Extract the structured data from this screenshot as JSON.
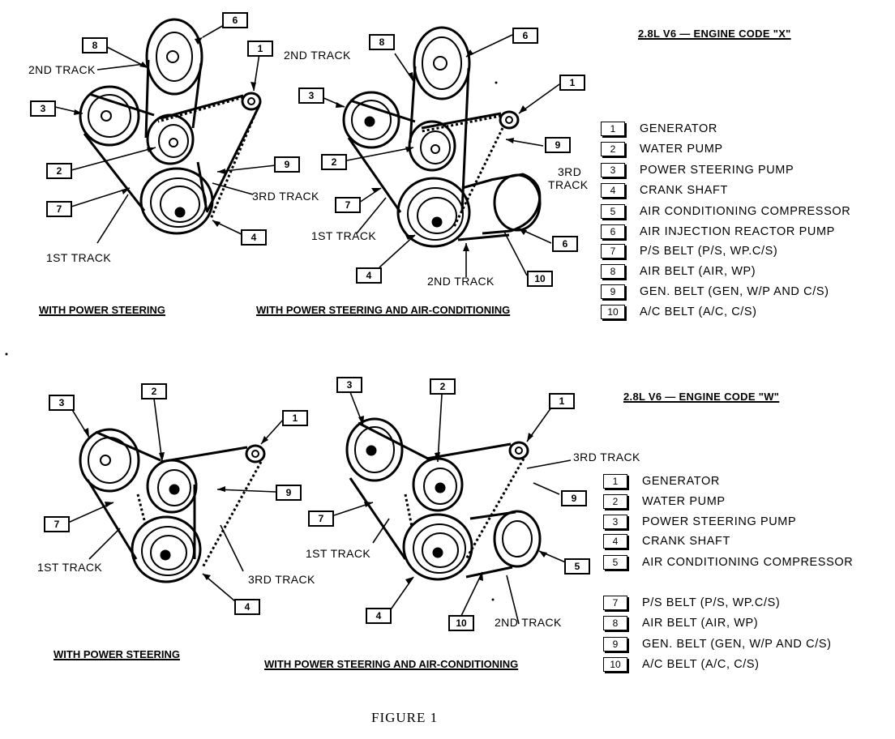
{
  "header_x": "2.8L V6 — ENGINE CODE \"X\"",
  "header_w": "2.8L V6 — ENGINE CODE \"W\"",
  "legend_x": [
    {
      "num": "1",
      "text": "GENERATOR"
    },
    {
      "num": "2",
      "text": "WATER PUMP"
    },
    {
      "num": "3",
      "text": "POWER STEERING PUMP"
    },
    {
      "num": "4",
      "text": "CRANK SHAFT"
    },
    {
      "num": "5",
      "text": "AIR CONDITIONING COMPRESSOR"
    },
    {
      "num": "6",
      "text": "AIR INJECTION REACTOR PUMP"
    },
    {
      "num": "7",
      "text": "P/S BELT (P/S, WP.C/S)"
    },
    {
      "num": "8",
      "text": "AIR BELT (AIR, WP)"
    },
    {
      "num": "9",
      "text": "GEN. BELT (GEN, W/P AND C/S)"
    },
    {
      "num": "10",
      "text": "A/C BELT (A/C, C/S)"
    }
  ],
  "legend_w": [
    {
      "num": "1",
      "text": "GENERATOR"
    },
    {
      "num": "2",
      "text": "WATER PUMP"
    },
    {
      "num": "3",
      "text": "POWER STEERING PUMP"
    },
    {
      "num": "4",
      "text": "CRANK SHAFT"
    },
    {
      "num": "5",
      "text": "AIR CONDITIONING COMPRESSOR"
    },
    {
      "num": "7",
      "text": "P/S BELT (P/S, WP.C/S)"
    },
    {
      "num": "8",
      "text": "AIR BELT (AIR, WP)"
    },
    {
      "num": "9",
      "text": "GEN. BELT (GEN, W/P AND C/S)"
    },
    {
      "num": "10",
      "text": "A/C BELT (A/C, C/S)"
    }
  ],
  "captions": {
    "tl": "WITH POWER STEERING",
    "tr": "WITH POWER STEERING AND AIR-CONDITIONING",
    "bl": "WITH POWER STEERING",
    "br": "WITH POWER STEERING AND AIR-CONDITIONING"
  },
  "tracks": {
    "first": "1ST TRACK",
    "second": "2ND TRACK",
    "third": "3RD TRACK",
    "third_line1": "3RD",
    "third_line2": "TRACK"
  },
  "callouts": {
    "tl": [
      "8",
      "6",
      "1",
      "3",
      "2",
      "9",
      "7",
      "4"
    ],
    "tr": [
      "8",
      "6",
      "1",
      "3",
      "9",
      "2",
      "7",
      "6",
      "4",
      "10"
    ],
    "bl": [
      "3",
      "2",
      "1",
      "9",
      "7",
      "4"
    ],
    "br": [
      "3",
      "2",
      "1",
      "9",
      "7",
      "5",
      "4",
      "10"
    ]
  },
  "figure_caption": "FIGURE 1"
}
